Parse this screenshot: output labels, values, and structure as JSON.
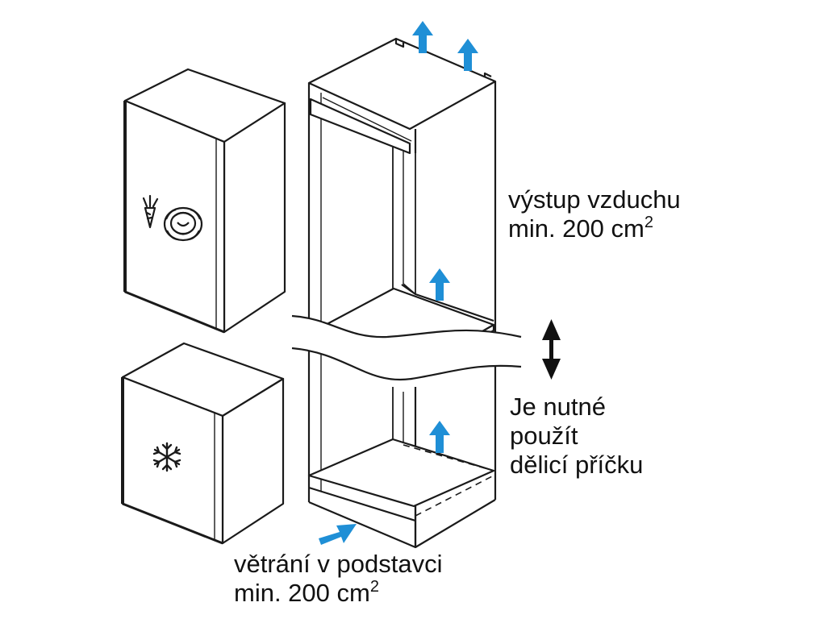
{
  "labels": {
    "air_outlet": {
      "line1": "výstup vzduchu",
      "line2": "min. 200 cm",
      "sup": "2"
    },
    "divider": {
      "line1": "Je nutné",
      "line2": "použít",
      "line3": "dělicí příčku"
    },
    "plinth_vent": {
      "line1": "větrání v podstavci",
      "line2": "min. 200 cm",
      "sup": "2"
    }
  },
  "icons": {
    "fridge_door": [
      "carrot-icon",
      "cabbage-icon"
    ],
    "freezer_door": [
      "snowflake-icon"
    ],
    "airflow": "arrow-up-icon",
    "adjust": "double-arrow-vertical-icon"
  },
  "colors": {
    "line": "#1a1a1a",
    "airflow_arrow": "#1f8fd6",
    "background": "#ffffff"
  }
}
